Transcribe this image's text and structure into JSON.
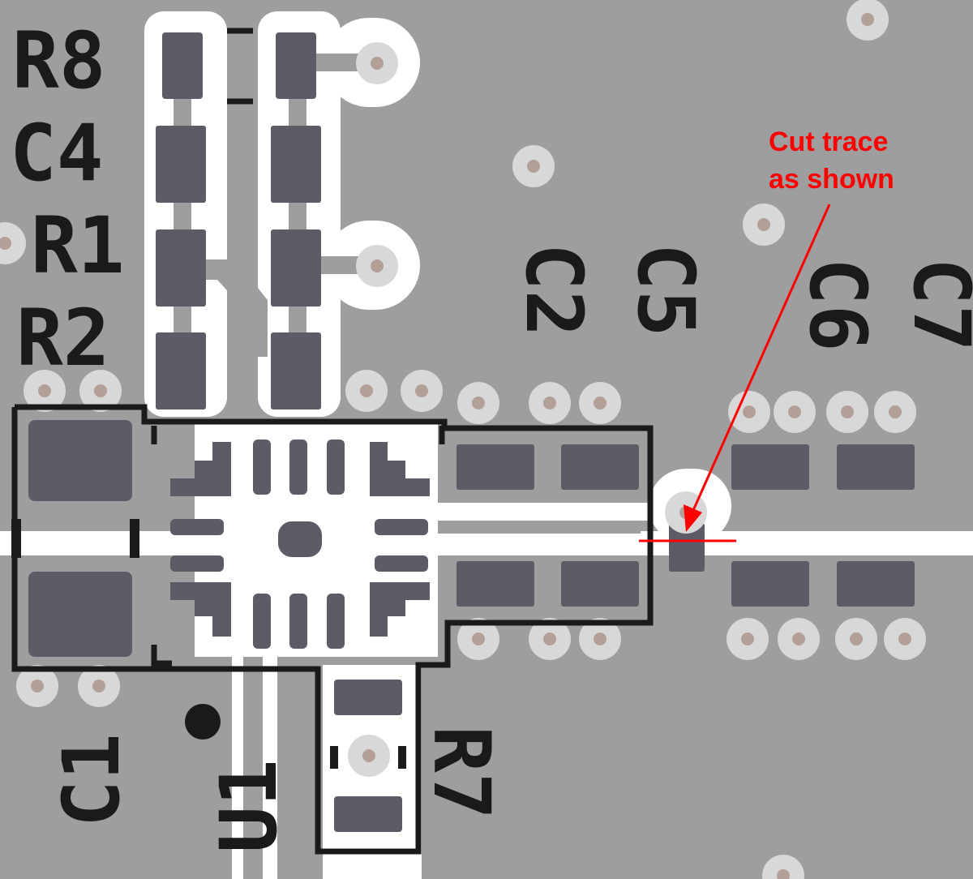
{
  "labels": {
    "r8": "R8",
    "c4": "C4",
    "r1": "R1",
    "r2": "R2",
    "c2": "C2",
    "c5": "C5",
    "c6": "C6",
    "c7": "C7",
    "c1": "C1",
    "u1": "U1",
    "r7": "R7"
  },
  "annotation": {
    "line1": "Cut trace",
    "line2": "as shown"
  },
  "colors": {
    "board": "#9e9e9e",
    "copper_clear": "#ffffff",
    "pad": "#5c5c66",
    "via_ring": "#d8d8d8",
    "via_hole": "#b29f96",
    "silkscreen": "#1a1a1a",
    "annotation": "#ff0000"
  }
}
